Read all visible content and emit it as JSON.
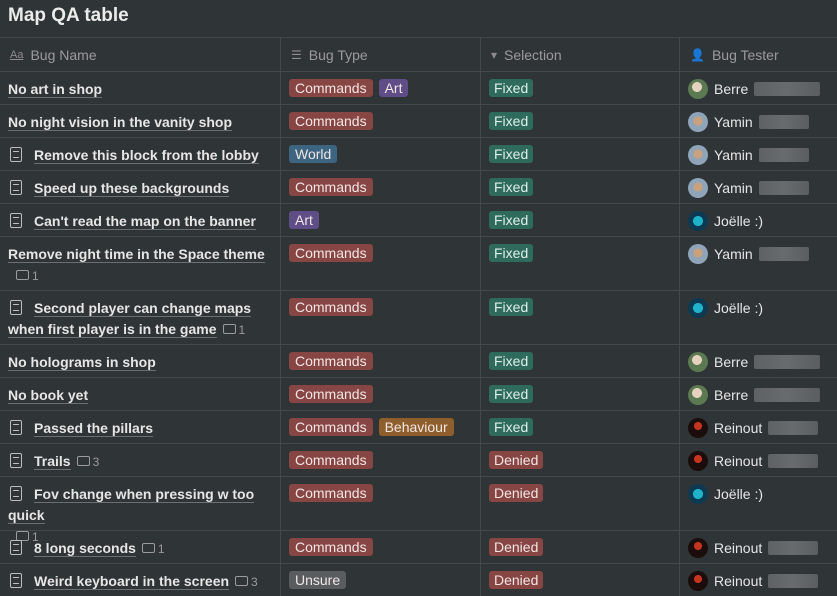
{
  "title": "Map QA table",
  "columns": {
    "name": "Bug Name",
    "type": "Bug Type",
    "selection": "Selection",
    "tester": "Bug Tester"
  },
  "icons": {
    "name": "text-property-icon",
    "type": "multi-select-icon",
    "selection": "select-icon",
    "tester": "person-icon",
    "page": "page-icon",
    "comment": "comment-icon"
  },
  "colors": {
    "Commands": "#874544",
    "Art": "#5e4d87",
    "World": "#3d6581",
    "Behaviour": "#8e5e2d",
    "Unsure": "#595d60",
    "Fixed": "#2f6b5c",
    "Denied": "#874544"
  },
  "rows": [
    {
      "name": "No art in shop",
      "page": false,
      "comments": null,
      "types": [
        "Commands",
        "Art"
      ],
      "selection": "Fixed",
      "tester": "Berre",
      "avatar": "berre",
      "tall": false
    },
    {
      "name": "No night vision in the vanity shop",
      "page": false,
      "comments": null,
      "types": [
        "Commands"
      ],
      "selection": "Fixed",
      "tester": "Yamin",
      "avatar": "yamin",
      "tall": false
    },
    {
      "name": "Remove this block from the lobby",
      "page": true,
      "comments": null,
      "types": [
        "World"
      ],
      "selection": "Fixed",
      "tester": "Yamin",
      "avatar": "yamin",
      "tall": false
    },
    {
      "name": "Speed up these backgrounds",
      "page": true,
      "comments": null,
      "types": [
        "Commands"
      ],
      "selection": "Fixed",
      "tester": "Yamin",
      "avatar": "yamin",
      "tall": false
    },
    {
      "name": "Can't read the map on the banner",
      "page": true,
      "comments": null,
      "types": [
        "Art"
      ],
      "selection": "Fixed",
      "tester": "Joëlle :)",
      "avatar": "joelle",
      "tall": false
    },
    {
      "name": "Remove night time in the Space theme",
      "page": false,
      "comments": "1",
      "types": [
        "Commands"
      ],
      "selection": "Fixed",
      "tester": "Yamin",
      "avatar": "yamin",
      "tall": true
    },
    {
      "name": "Second player can change maps when first player is in the game",
      "page": true,
      "comments": "1",
      "types": [
        "Commands"
      ],
      "selection": "Fixed",
      "tester": "Joëlle :)",
      "avatar": "joelle",
      "tall": true
    },
    {
      "name": "No holograms in shop",
      "page": false,
      "comments": null,
      "types": [
        "Commands"
      ],
      "selection": "Fixed",
      "tester": "Berre",
      "avatar": "berre",
      "tall": false
    },
    {
      "name": "No book yet",
      "page": false,
      "comments": null,
      "types": [
        "Commands"
      ],
      "selection": "Fixed",
      "tester": "Berre",
      "avatar": "berre",
      "tall": false
    },
    {
      "name": "Passed the pillars",
      "page": true,
      "comments": null,
      "types": [
        "Commands",
        "Behaviour"
      ],
      "selection": "Fixed",
      "tester": "Reinout",
      "avatar": "reinout",
      "tall": false
    },
    {
      "name": "Trails",
      "page": true,
      "comments": "3",
      "types": [
        "Commands"
      ],
      "selection": "Denied",
      "tester": "Reinout",
      "avatar": "reinout",
      "tall": false
    },
    {
      "name": "Fov change when pressing w too quick",
      "page": true,
      "comments": "1",
      "types": [
        "Commands"
      ],
      "selection": "Denied",
      "tester": "Joëlle :)",
      "avatar": "joelle",
      "tall": true
    },
    {
      "name": "8 long seconds",
      "page": true,
      "comments": "1",
      "types": [
        "Commands"
      ],
      "selection": "Denied",
      "tester": "Reinout",
      "avatar": "reinout",
      "tall": false
    },
    {
      "name": "Weird keyboard in the screen",
      "page": true,
      "comments": "3",
      "types": [
        "Unsure"
      ],
      "selection": "Denied",
      "tester": "Reinout",
      "avatar": "reinout",
      "tall": false
    }
  ]
}
